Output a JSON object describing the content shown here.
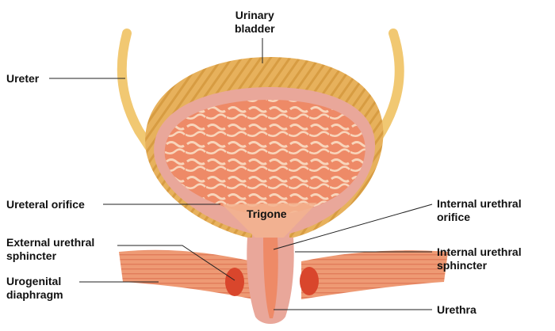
{
  "diagram": {
    "colors": {
      "muscle_outer": "#e7b15c",
      "muscle_stripe": "#c98a2e",
      "wall": "#e9a79a",
      "lumen": "#ee8a67",
      "mucosa_fold": "#f6cfb3",
      "sphincter": "#d9462c",
      "diaphragm": "#e58a62",
      "ureter": "#f1c872",
      "leader_line": "#222222"
    },
    "labels": {
      "urinary_bladder": [
        "Urinary",
        "bladder"
      ],
      "ureter": "Ureter",
      "ureteral_orifice": "Ureteral orifice",
      "trigone": "Trigone",
      "internal_urethral_orifice": [
        "Internal urethral",
        "orifice"
      ],
      "external_urethral_sphincter": [
        "External urethral",
        "sphincter"
      ],
      "internal_urethral_sphincter": [
        "Internal urethral",
        "sphincter"
      ],
      "urogenital_diaphragm": [
        "Urogenital",
        "diaphragm"
      ],
      "urethra": "Urethra"
    }
  }
}
